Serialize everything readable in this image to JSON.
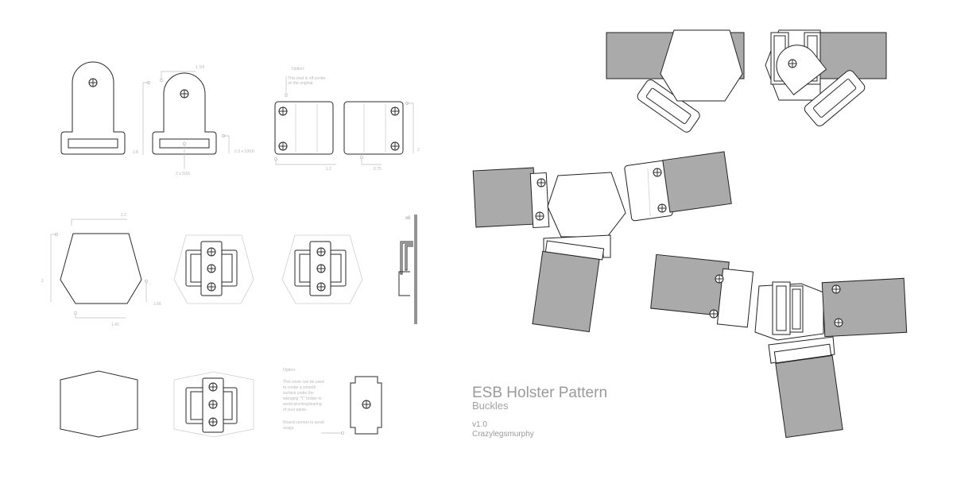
{
  "title": {
    "main": "ESB Holster Pattern",
    "subtitle": "Buckles",
    "version": "v1.0",
    "author": "Crazylegsmurphy"
  },
  "dimensions": {
    "top_width": "1 3/4",
    "overall_height": "2.8",
    "slot_size": "2 x 5/16",
    "lower_width": "2.3 x 10/16",
    "cover_width": "2.2",
    "cover_gap": "0.75",
    "cover_height": "2",
    "hex_top": "2.2",
    "hex_height": "2",
    "hex_side": "1.66",
    "hex_bottom": "1.42",
    "multiplier": "x6"
  },
  "notes": {
    "option_label_1": "Option:",
    "rivet_note": [
      "This rivet is off-center",
      "on the original."
    ],
    "option_label_2": "Option:",
    "cover_note": [
      "This cover can be used",
      "to create a smooth",
      "surface under the",
      "swinging \"Y\" holder to",
      "avoid pinching/tearing",
      "of your pants."
    ],
    "round_note": [
      "Round corners to avoid",
      "snags."
    ]
  },
  "colors": {
    "strap_fill": "#aaaaaa",
    "outline": "#222222",
    "guide": "#cfcfcf",
    "text": "#9a9a9a"
  }
}
